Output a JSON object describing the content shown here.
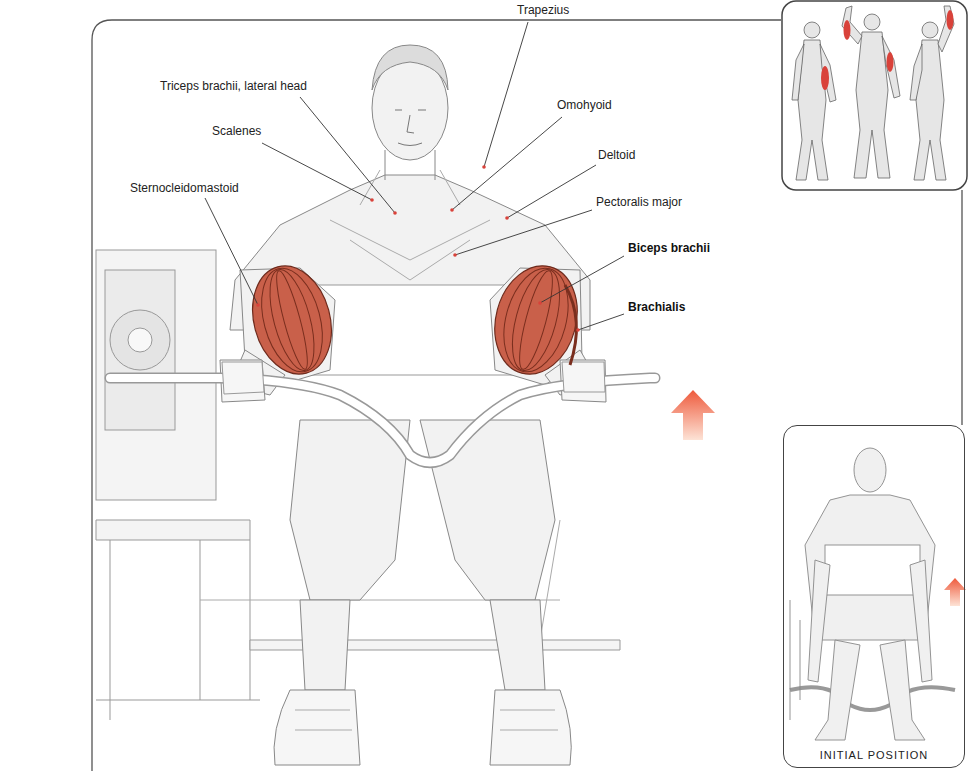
{
  "diagram": {
    "nodes": [
      {
        "text": [
          "INITIAL POSITION"
        ]
      }
    ],
    "labels": [
      "Trapezius",
      "Triceps brachii, lateral head",
      "Omohyoid",
      "Scalenes",
      "Deltoid",
      "Sternocleidomastoid",
      "Pectoralis major",
      "Biceps brachii",
      "Brachialis"
    ]
  }
}
